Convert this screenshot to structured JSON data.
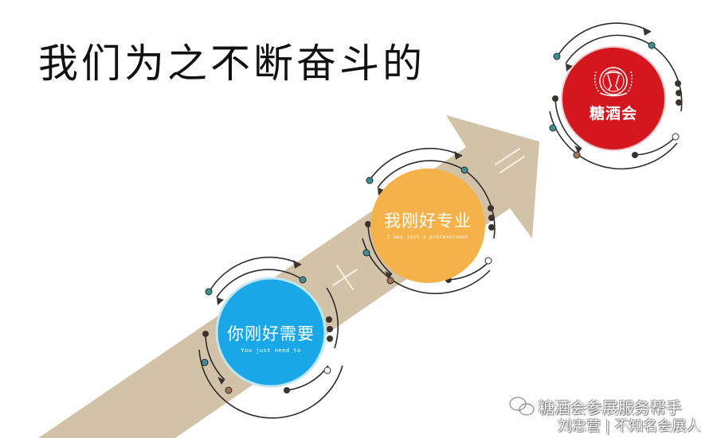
{
  "slide": {
    "title": "我们为之不断奋斗的",
    "background_color": "#ffffff",
    "arrow_color": "#d1c2a8"
  },
  "stages": [
    {
      "id": "stage-1",
      "label_cn": "你刚好需要",
      "label_en": "You just need to",
      "color": "#1aa7e8"
    },
    {
      "id": "stage-2",
      "label_cn": "我刚好专业",
      "label_en": "I was just a professional",
      "color": "#f5b24a"
    },
    {
      "id": "stage-3",
      "label_cn": "糖酒会",
      "logo": "tangjiuhui-logo-icon",
      "color": "#d4161f"
    }
  ],
  "arrow_marks": [
    {
      "name": "plus-mark",
      "symbol": "+"
    },
    {
      "name": "equals-mark",
      "symbol": "="
    }
  ],
  "watermark": {
    "icon": "wechat-icon",
    "line1": "糖酒会参展服务帮手",
    "line2": "刘忠营 | 不知名会展人"
  }
}
